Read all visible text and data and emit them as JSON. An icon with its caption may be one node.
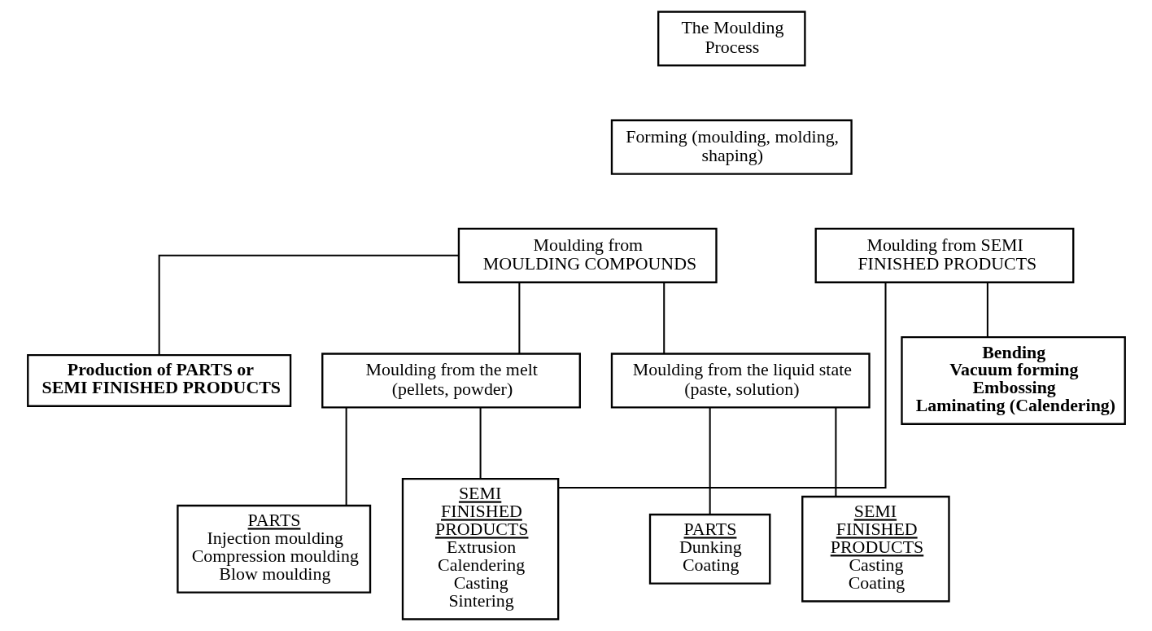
{
  "diagram": {
    "nodes": [
      {
        "text": [
          "The Moulding Process"
        ]
      },
      {
        "text": [
          "Forming (moulding, molding, shaping)"
        ]
      },
      {
        "text": [
          "Moulding from MOULDING COMPOUNDS"
        ]
      },
      {
        "text": [
          "Moulding from SEMI FINISHED PRODUCTS"
        ]
      },
      {
        "text": [
          "Production of PARTS or SEMI FINISHED PRODUCTS"
        ]
      },
      {
        "text": [
          "Moulding from the melt (pellets, powder)"
        ]
      },
      {
        "text": [
          "Moulding from the liquid state (paste, solution)"
        ]
      },
      {
        "text": [
          "Bending",
          "Vacuum forming",
          "Embossing",
          "Laminating (Calendering)"
        ]
      },
      {
        "text": [
          "PARTS",
          "Injection moulding",
          "Compression moulding",
          "Blow moulding"
        ]
      },
      {
        "text": [
          "SEMI FINISHED PRODUCTS",
          "Extrusion",
          "Calendering",
          "Casting",
          "Sintering"
        ]
      },
      {
        "text": [
          "PARTS",
          "Dunking",
          "Coating"
        ]
      },
      {
        "text": [
          "SEMI FINISHED PRODUCTS",
          "Casting",
          "Coating"
        ]
      }
    ],
    "edges": [
      {
        "from": 2,
        "to": 4,
        "arrow": "none"
      },
      {
        "from": 2,
        "to": 5,
        "arrow": "none"
      },
      {
        "from": 2,
        "to": 6,
        "arrow": "none"
      },
      {
        "from": 3,
        "to": 7,
        "arrow": "none"
      },
      {
        "from": 5,
        "to": 8,
        "arrow": "none"
      },
      {
        "from": 5,
        "to": 9,
        "arrow": "none"
      },
      {
        "from": 6,
        "to": 10,
        "arrow": "none"
      },
      {
        "from": 6,
        "to": 11,
        "arrow": "none"
      },
      {
        "from": 9,
        "to": 3,
        "arrow": "none"
      }
    ]
  }
}
